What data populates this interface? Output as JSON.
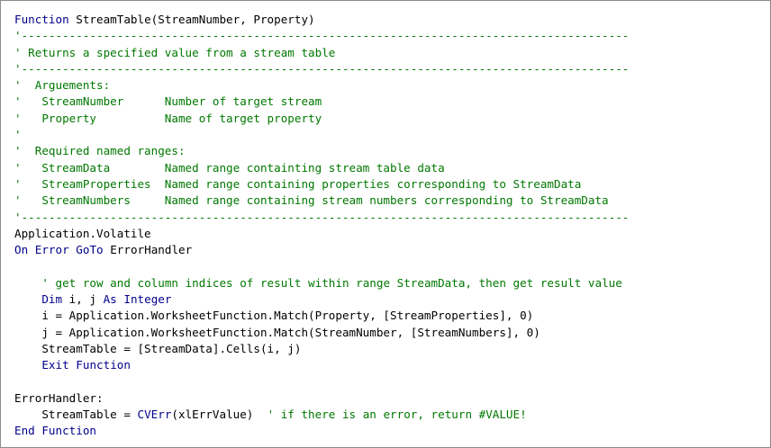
{
  "colors": {
    "keyword": "#00008B",
    "comment": "#007800",
    "text": "#000000",
    "background": "#FFFFFF",
    "border": "#8A8A8A"
  },
  "code": {
    "l01": {
      "kw": "Function",
      "t": " StreamTable(StreamNumber, Property)"
    },
    "l02": {
      "c": "'-----------------------------------------------------------------------------------------"
    },
    "l03": {
      "c": "' Returns a specified value from a stream table"
    },
    "l04": {
      "c": "'-----------------------------------------------------------------------------------------"
    },
    "l05": {
      "c": "'  Arguements:"
    },
    "l06": {
      "c": "'   StreamNumber      Number of target stream"
    },
    "l07": {
      "c": "'   Property          Name of target property"
    },
    "l08": {
      "c": "'"
    },
    "l09": {
      "c": "'  Required named ranges:"
    },
    "l10": {
      "c": "'   StreamData        Named range containting stream table data"
    },
    "l11": {
      "c": "'   StreamProperties  Named range containing properties corresponding to StreamData"
    },
    "l12": {
      "c": "'   StreamNumbers     Named range containing stream numbers corresponding to StreamData"
    },
    "l13": {
      "c": "'-----------------------------------------------------------------------------------------"
    },
    "l14": {
      "t": "Application.Volatile"
    },
    "l15": {
      "kw1": "On",
      "sp1": " ",
      "kw2": "Error",
      "sp2": " ",
      "kw3": "GoTo",
      "t": " ErrorHandler"
    },
    "l16": {
      "t": ""
    },
    "l17": {
      "indent": "    ",
      "c": "' get row and column indices of result within range StreamData, then get result value"
    },
    "l18": {
      "indent": "    ",
      "kw1": "Dim",
      "t1": " i, j ",
      "kw2": "As",
      "sp": " ",
      "kw3": "Integer"
    },
    "l19": {
      "t": "    i = Application.WorksheetFunction.Match(Property, [StreamProperties], 0)"
    },
    "l20": {
      "t": "    j = Application.WorksheetFunction.Match(StreamNumber, [StreamNumbers], 0)"
    },
    "l21": {
      "t": "    StreamTable = [StreamData].Cells(i, j)"
    },
    "l22": {
      "indent": "    ",
      "kw1": "Exit",
      "sp": " ",
      "kw2": "Function"
    },
    "l23": {
      "t": ""
    },
    "l24": {
      "t": "ErrorHandler:"
    },
    "l25": {
      "t1": "    StreamTable = ",
      "kw": "CVErr",
      "t2": "(xlErrValue)  ",
      "c": "' if there is an error, return #VALUE!"
    },
    "l26": {
      "kw1": "End",
      "sp": " ",
      "kw2": "Function"
    }
  }
}
